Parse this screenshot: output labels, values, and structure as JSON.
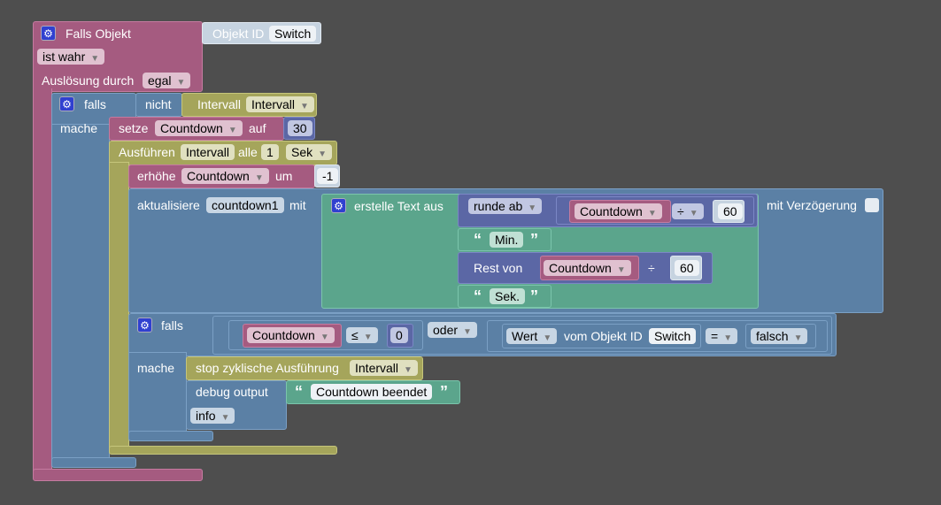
{
  "trigger": {
    "title": "Falls Objekt",
    "object_id_label": "Objekt ID",
    "object_id": "Switch",
    "condition": "ist wahr",
    "trigger_by_label": "Auslösung durch",
    "trigger_by": "egal"
  },
  "if1": {
    "label": "falls",
    "do_label": "mache",
    "not_label": "nicht",
    "interval_label": "Intervall",
    "interval_var": "Intervall"
  },
  "set": {
    "label": "setze",
    "var": "Countdown",
    "to_label": "auf",
    "value": "30"
  },
  "exec": {
    "label": "Ausführen",
    "name": "Intervall",
    "every_label": "alle",
    "every": "1",
    "unit": "Sek"
  },
  "inc": {
    "label": "erhöhe",
    "var": "Countdown",
    "by_label": "um",
    "value": "-1"
  },
  "update": {
    "label": "aktualisiere",
    "state": "countdown1",
    "with_label": "mit",
    "delay_label": "mit Verzögerung",
    "join_label": "erstelle Text aus",
    "round_label": "runde ab",
    "var": "Countdown",
    "div_op": "÷",
    "divisor": "60",
    "min_text": "Min.",
    "mod_label": "Rest von",
    "mod_var": "Countdown",
    "mod_op": "÷",
    "mod_divisor": "60",
    "sec_text": "Sek."
  },
  "if2": {
    "label": "falls",
    "do_label": "mache",
    "var": "Countdown",
    "cmp_op": "≤",
    "cmp_value": "0",
    "or_label": "oder",
    "value_label": "Wert",
    "of_object_label": "vom Objekt ID",
    "object_id": "Switch",
    "eq_op": "=",
    "bool": "falsch"
  },
  "stop": {
    "label": "stop zyklische Ausführung",
    "name": "Intervall"
  },
  "debug": {
    "label": "debug output",
    "text": "Countdown beendet",
    "level": "info"
  }
}
